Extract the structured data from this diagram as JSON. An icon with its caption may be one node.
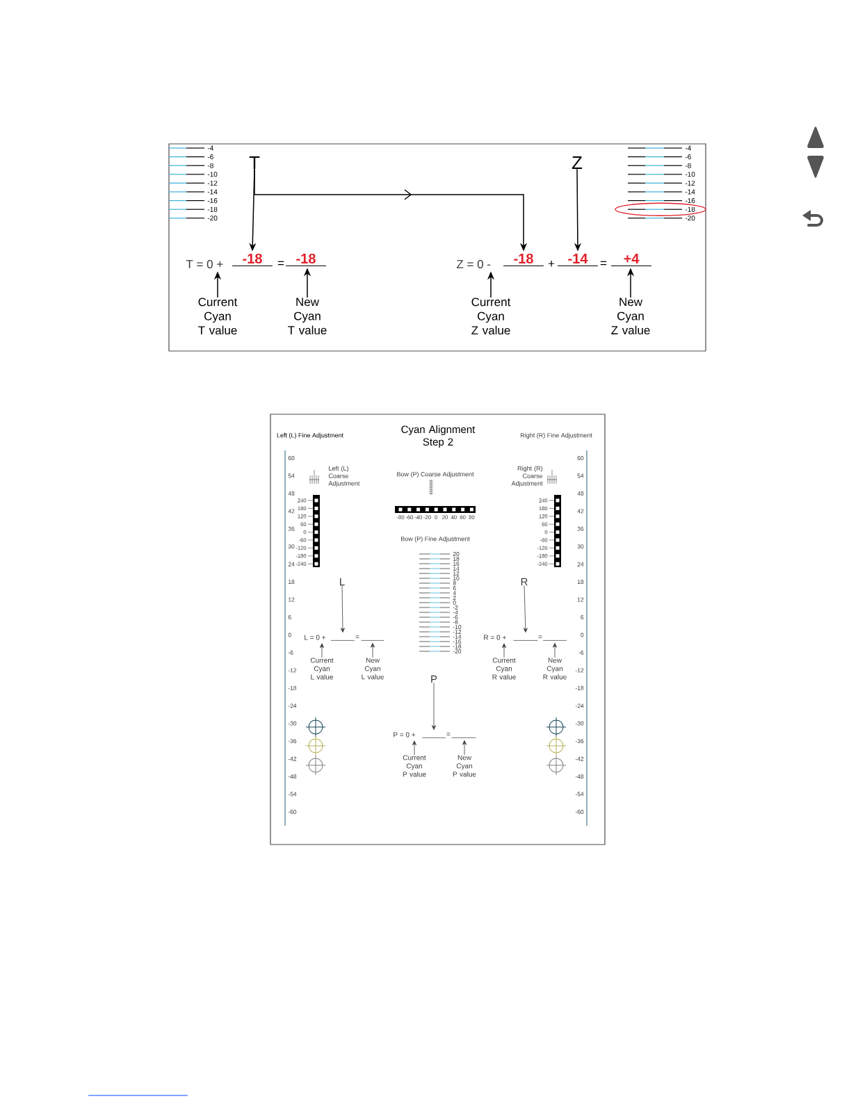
{
  "diagram": {
    "nodes": [
      {
        "text": [
          "T"
        ]
      },
      {
        "text": [
          "Z"
        ]
      },
      {
        "text": [
          "-18"
        ]
      },
      {
        "text": [
          "-18"
        ]
      },
      {
        "text": [
          "-18"
        ]
      },
      {
        "text": [
          "-14"
        ]
      },
      {
        "text": [
          "+4"
        ]
      },
      {
        "text": [
          "Current Cyan T value"
        ]
      },
      {
        "text": [
          "New Cyan T value"
        ]
      },
      {
        "text": [
          "Current Cyan Z value"
        ]
      },
      {
        "text": [
          "New Cyan Z value"
        ]
      },
      {
        "text": [
          "L"
        ]
      },
      {
        "text": [],
        "shape": "line"
      },
      {
        "text": [],
        "shape": "line"
      },
      {
        "text": [
          "Current Cyan L value"
        ]
      },
      {
        "text": [
          "New Cyan L value"
        ]
      },
      {
        "text": [
          "R"
        ]
      },
      {
        "text": [],
        "shape": "line"
      },
      {
        "text": [],
        "shape": "line"
      },
      {
        "text": [
          "Current Cyan R value"
        ]
      },
      {
        "text": [
          "New Cyan R value"
        ]
      },
      {
        "text": [
          "P"
        ]
      },
      {
        "text": [],
        "shape": "line"
      },
      {
        "text": [],
        "shape": "line"
      },
      {
        "text": [
          "Current Cyan P value"
        ]
      },
      {
        "text": [
          "New Cyan P value"
        ]
      },
      {
        "text": [
          "T = 0 +"
        ]
      },
      {
        "text": [
          "Z = 0 -"
        ]
      },
      {
        "text": [
          "L = 0 +"
        ]
      },
      {
        "text": [
          "R = 0 +"
        ]
      },
      {
        "text": [
          "P = 0 +"
        ]
      }
    ],
    "edges": [
      {
        "from": 0,
        "to": 2,
        "arrow": "to"
      },
      {
        "from": 0,
        "to": 4,
        "arrow": "to"
      },
      {
        "from": 1,
        "to": 5,
        "arrow": "to"
      },
      {
        "from": 7,
        "to": 26,
        "arrow": "to"
      },
      {
        "from": 8,
        "to": 3,
        "arrow": "to"
      },
      {
        "from": 9,
        "to": 27,
        "arrow": "to"
      },
      {
        "from": 10,
        "to": 6,
        "arrow": "to"
      },
      {
        "from": 11,
        "to": 12,
        "arrow": "to"
      },
      {
        "from": 14,
        "to": 28,
        "arrow": "to"
      },
      {
        "from": 15,
        "to": 13,
        "arrow": "to"
      },
      {
        "from": 16,
        "to": 17,
        "arrow": "to"
      },
      {
        "from": 19,
        "to": 29,
        "arrow": "to"
      },
      {
        "from": 20,
        "to": 18,
        "arrow": "to"
      },
      {
        "from": 21,
        "to": 22,
        "arrow": "to"
      },
      {
        "from": 24,
        "to": 30,
        "arrow": "to"
      },
      {
        "from": 25,
        "to": 23,
        "arrow": "to"
      }
    ],
    "labels": [
      "-4",
      "-6",
      "-8",
      "-10",
      "-12",
      "-14",
      "-16",
      "-18",
      "-20",
      "-4",
      "-6",
      "-8",
      "-10",
      "-12",
      "-14",
      "-16",
      "-18",
      "-20",
      "=",
      "+",
      "=",
      "Cyan Alignment Step 2",
      "Left (L) Fine Adjustment",
      "Right (R) Fine Adjustment",
      "60",
      "54",
      "48",
      "42",
      "36",
      "30",
      "24",
      "18",
      "12",
      "6",
      "0",
      "-6",
      "-12",
      "-18",
      "-24",
      "-30",
      "-36",
      "-42",
      "-48",
      "-54",
      "-60",
      "Left (L) Coarse Adjustment",
      "Bow (P) Coarse Adjustment",
      "Right (R) Coarse Adjustment",
      "60",
      "54",
      "48",
      "42",
      "36",
      "30",
      "24",
      "18",
      "12",
      "6",
      "0",
      "-6",
      "-12",
      "-18",
      "-24",
      "-30",
      "-36",
      "-42",
      "-48",
      "-54",
      "-60",
      "240",
      "180",
      "120",
      "60",
      "0",
      "-60",
      "-120",
      "-180",
      "-240",
      "-80",
      "-60",
      "-40",
      "-20",
      "0",
      "20",
      "40",
      "60",
      "80",
      "240",
      "180",
      "120",
      "60",
      "0",
      "-60",
      "-120",
      "-180",
      "-240",
      "Bow (P) Fine Adjustment",
      "20",
      "18",
      "16",
      "14",
      "12",
      "10",
      "8",
      "6",
      "4",
      "2",
      "0",
      "-2",
      "-4",
      "-6",
      "-8",
      "-10",
      "-12",
      "-14",
      "-16",
      "-18",
      "-20",
      "=",
      "=",
      "="
    ]
  }
}
